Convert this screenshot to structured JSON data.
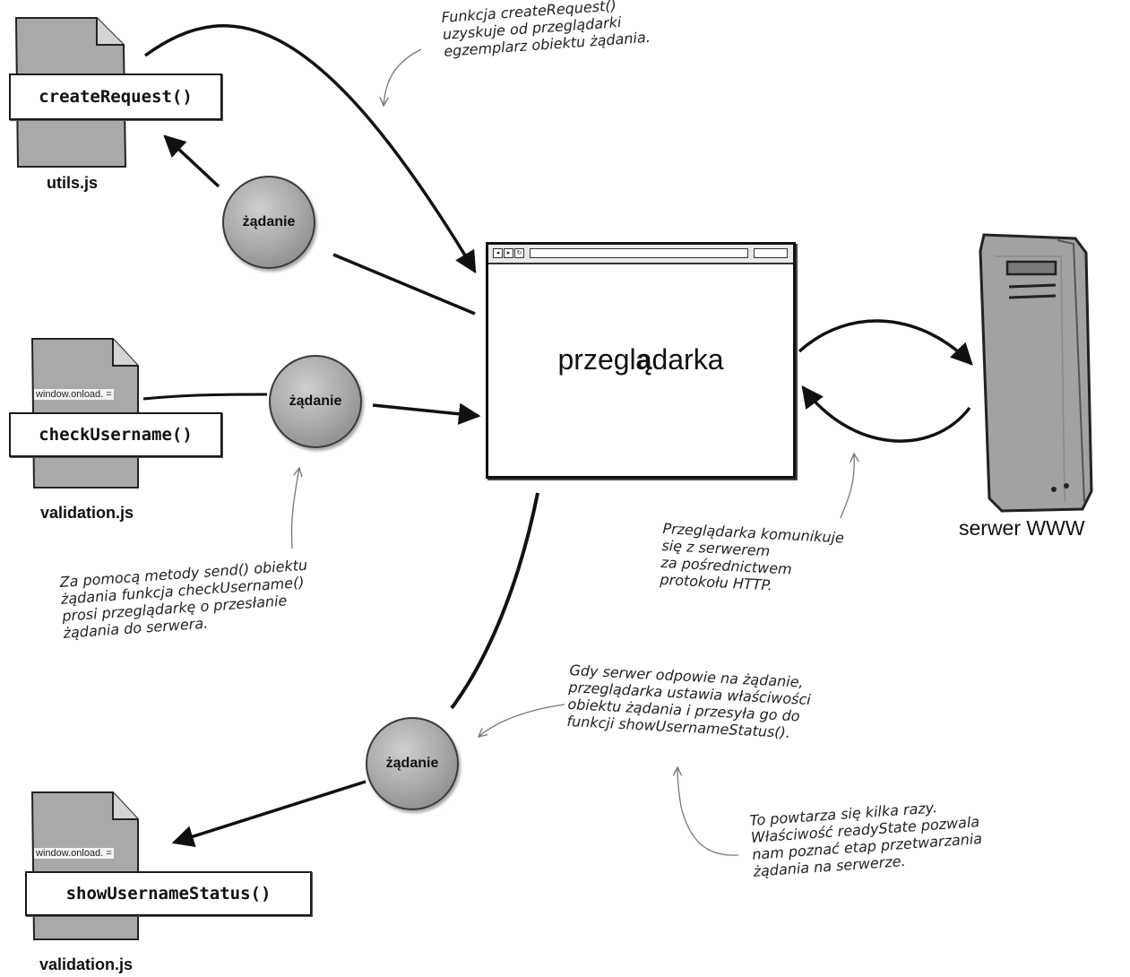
{
  "files": {
    "utils": {
      "function": "createRequest()",
      "name": "utils.js"
    },
    "validation_check": {
      "function": "checkUsername()",
      "name": "validation.js",
      "snippet": "window.onload. ="
    },
    "validation_status": {
      "function": "showUsernameStatus()",
      "name": "validation.js",
      "snippet": "window.onload. ="
    }
  },
  "request_label": "żądanie",
  "browser": {
    "label_before": "przegl",
    "label_bold": "ą",
    "label_after": "darka"
  },
  "server": {
    "label": "serwer WWW"
  },
  "notes": {
    "create_request": [
      "Funkcja createRequest()",
      "uzyskuje od przeglądarki",
      "egzemplarz obiektu żądania."
    ],
    "send": [
      "Za pomocą metody send() obiektu",
      "żądania funkcja checkUsername()",
      "prosi przeglądarkę o przesłanie",
      "żądania do serwera."
    ],
    "http": [
      "Przeglądarka komunikuje",
      "się z serwerem",
      "za pośrednictwem",
      "protokołu HTTP."
    ],
    "response": [
      "Gdy serwer odpowie na żądanie,",
      "przeglądarka ustawia właściwości",
      "obiektu żądania i przesyła go do",
      "funkcji showUsernameStatus()."
    ],
    "ready_state": [
      "To powtarza się kilka razy.",
      "Właściwość readyState pozwala",
      "nam poznać etap przetwarzania",
      "żądania na serwerze."
    ]
  }
}
